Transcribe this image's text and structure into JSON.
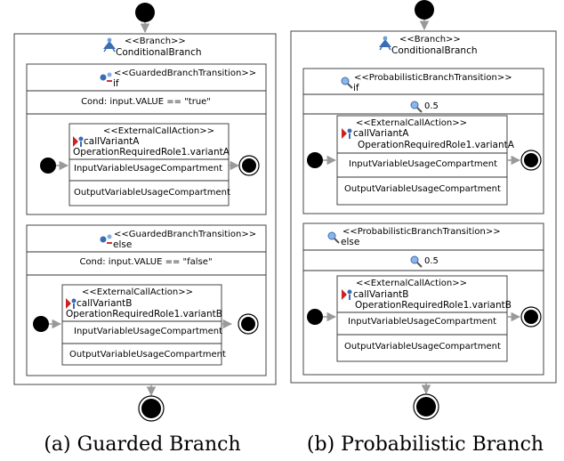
{
  "stereotypes": {
    "branch": "<<Branch>>",
    "guarded_transition": "<<GuardedBranchTransition>>",
    "probabilistic_transition": "<<ProbabilisticBranchTransition>>",
    "external_call": "<<ExternalCallAction>>"
  },
  "compartments": {
    "input": "InputVariableUsageCompartment",
    "output": "OutputVariableUsageCompartment"
  },
  "panel_a": {
    "branch_name": "ConditionalBranch",
    "caption": "(a) Guarded Branch",
    "transitions": [
      {
        "name": "if",
        "condition": "Cond: input.VALUE == \"true\"",
        "call_name": "callVariantA",
        "call_role": "OperationRequiredRole1.variantA"
      },
      {
        "name": "else",
        "condition": "Cond: input.VALUE == \"false\"",
        "call_name": "callVariantB",
        "call_role": "OperationRequiredRole1.variantB"
      }
    ]
  },
  "panel_b": {
    "branch_name": "ConditionalBranch",
    "caption": "(b) Probabilistic Branch",
    "transitions": [
      {
        "name": "if",
        "probability": "0.5",
        "call_name": "callVariantA",
        "call_role": "OperationRequiredRole1.variantA"
      },
      {
        "name": "else",
        "probability": "0.5",
        "call_name": "callVariantB",
        "call_role": "OperationRequiredRole1.variantB"
      }
    ]
  },
  "icons": [
    "branch-icon",
    "guarded-transition-icon",
    "probabilistic-transition-icon",
    "probability-icon",
    "external-call-icon",
    "start-node-icon",
    "stop-node-icon"
  ]
}
